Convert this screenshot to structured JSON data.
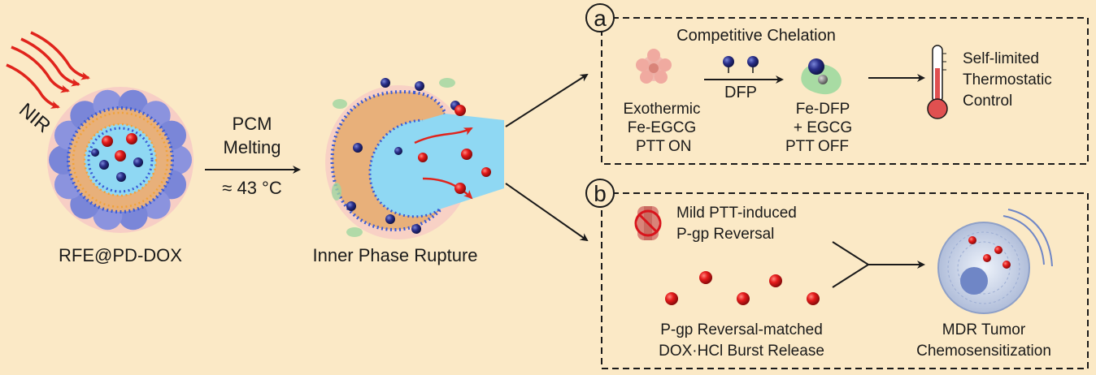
{
  "colors": {
    "background": "#fbe9c6",
    "red": "#d8141c",
    "blue": "#1f4fd1",
    "arrow": "#e0241c"
  },
  "nir_label": "NIR",
  "left": {
    "particle_label": "RFE@PD-DOX",
    "step_line1": "PCM",
    "step_line2": "Melting",
    "step_line3": "≈ 43 °C"
  },
  "middle": {
    "label": "Inner Phase Rupture"
  },
  "panel_a": {
    "letter": "a",
    "title": "Competitive Chelation",
    "left_line1": "Exothermic",
    "left_line2": "Fe-EGCG",
    "left_ptt": "PTT",
    "left_state": "ON",
    "reagent": "DFP",
    "right_line1": "Fe-DFP",
    "right_line2": "+ EGCG",
    "right_ptt": "PTT",
    "right_state": "OFF",
    "result_line1": "Self-limited",
    "result_line2": "Thermostatic",
    "result_line3": "Control"
  },
  "panel_b": {
    "letter": "b",
    "top_line1": "Mild PTT-induced",
    "top_line2": "P-gp Reversal",
    "bottom_line1": "P-gp Reversal-matched",
    "bottom_line2": "DOX·HCl Burst Release",
    "result_line1": "MDR Tumor",
    "result_line2": "Chemosensitization"
  }
}
